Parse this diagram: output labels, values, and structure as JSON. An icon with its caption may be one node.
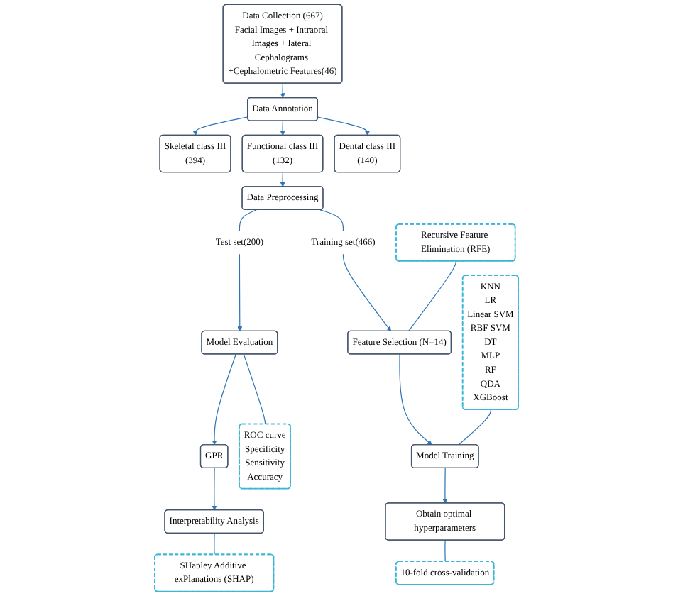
{
  "diagram": {
    "nodes": [
      {
        "text": [
          "Data Collection (667)",
          "Facial Images + Intraoral Images + lateral Cephalograms +Cephalometric Features(46)"
        ]
      },
      {
        "text": [
          "Data Annotation"
        ]
      },
      {
        "text": [
          "Dental class III",
          "(140)"
        ]
      },
      {
        "text": [
          "Functional class III",
          "(132)"
        ]
      },
      {
        "text": [
          "Skeletal class III",
          "(394)"
        ]
      },
      {
        "text": [
          "Data Preprocessing"
        ]
      },
      {
        "text": [
          "Training set(466)"
        ]
      },
      {
        "text": [
          "Test set(200)"
        ]
      },
      {
        "text": [
          "Recursive Feature Elimination (RFE)"
        ]
      },
      {
        "text": [
          "Feature Selection (N=14)"
        ]
      },
      {
        "text": [
          "Model Evaluation"
        ]
      },
      {
        "text": [
          "ROC curve",
          "Specificity",
          "Sensitivity",
          "Accuracy"
        ]
      },
      {
        "text": [
          "KNN",
          "LR",
          "Linear SVM",
          "RBF SVM",
          "DT",
          "MLP",
          "RF",
          "QDA",
          "XGBoost"
        ]
      },
      {
        "text": [
          "Model Training"
        ]
      },
      {
        "text": [
          "GPR"
        ]
      },
      {
        "text": [
          "Obtain optimal hyperparameters"
        ]
      },
      {
        "text": [
          "Interpretability Analysis"
        ]
      },
      {
        "text": [
          "10-fold cross-validation"
        ]
      },
      {
        "text": [
          "SHapley Additive exPlanations (SHAP)"
        ]
      }
    ],
    "edges": [
      {
        "from": 0,
        "to": 1,
        "arrow": "to"
      },
      {
        "from": 1,
        "to": 2,
        "arrow": "to"
      },
      {
        "from": 1,
        "to": 3,
        "arrow": "to"
      },
      {
        "from": 1,
        "to": 4,
        "arrow": "to"
      },
      {
        "from": 3,
        "to": 5,
        "arrow": "to"
      },
      {
        "from": 5,
        "to": 6,
        "arrow": "none"
      },
      {
        "from": 5,
        "to": 7,
        "arrow": "none"
      },
      {
        "from": 6,
        "to": 9,
        "arrow": "to"
      },
      {
        "from": 7,
        "to": 10,
        "arrow": "to"
      },
      {
        "from": 8,
        "to": 9,
        "arrow": "none"
      },
      {
        "from": 9,
        "to": 13,
        "arrow": "to"
      },
      {
        "from": 12,
        "to": 13,
        "arrow": "none"
      },
      {
        "from": 13,
        "to": 15,
        "arrow": "to"
      },
      {
        "from": 15,
        "to": 17,
        "arrow": "none"
      },
      {
        "from": 10,
        "to": 11,
        "arrow": "none"
      },
      {
        "from": 10,
        "to": 14,
        "arrow": "to"
      },
      {
        "from": 14,
        "to": 16,
        "arrow": "to"
      },
      {
        "from": 16,
        "to": 18,
        "arrow": "none"
      }
    ]
  }
}
